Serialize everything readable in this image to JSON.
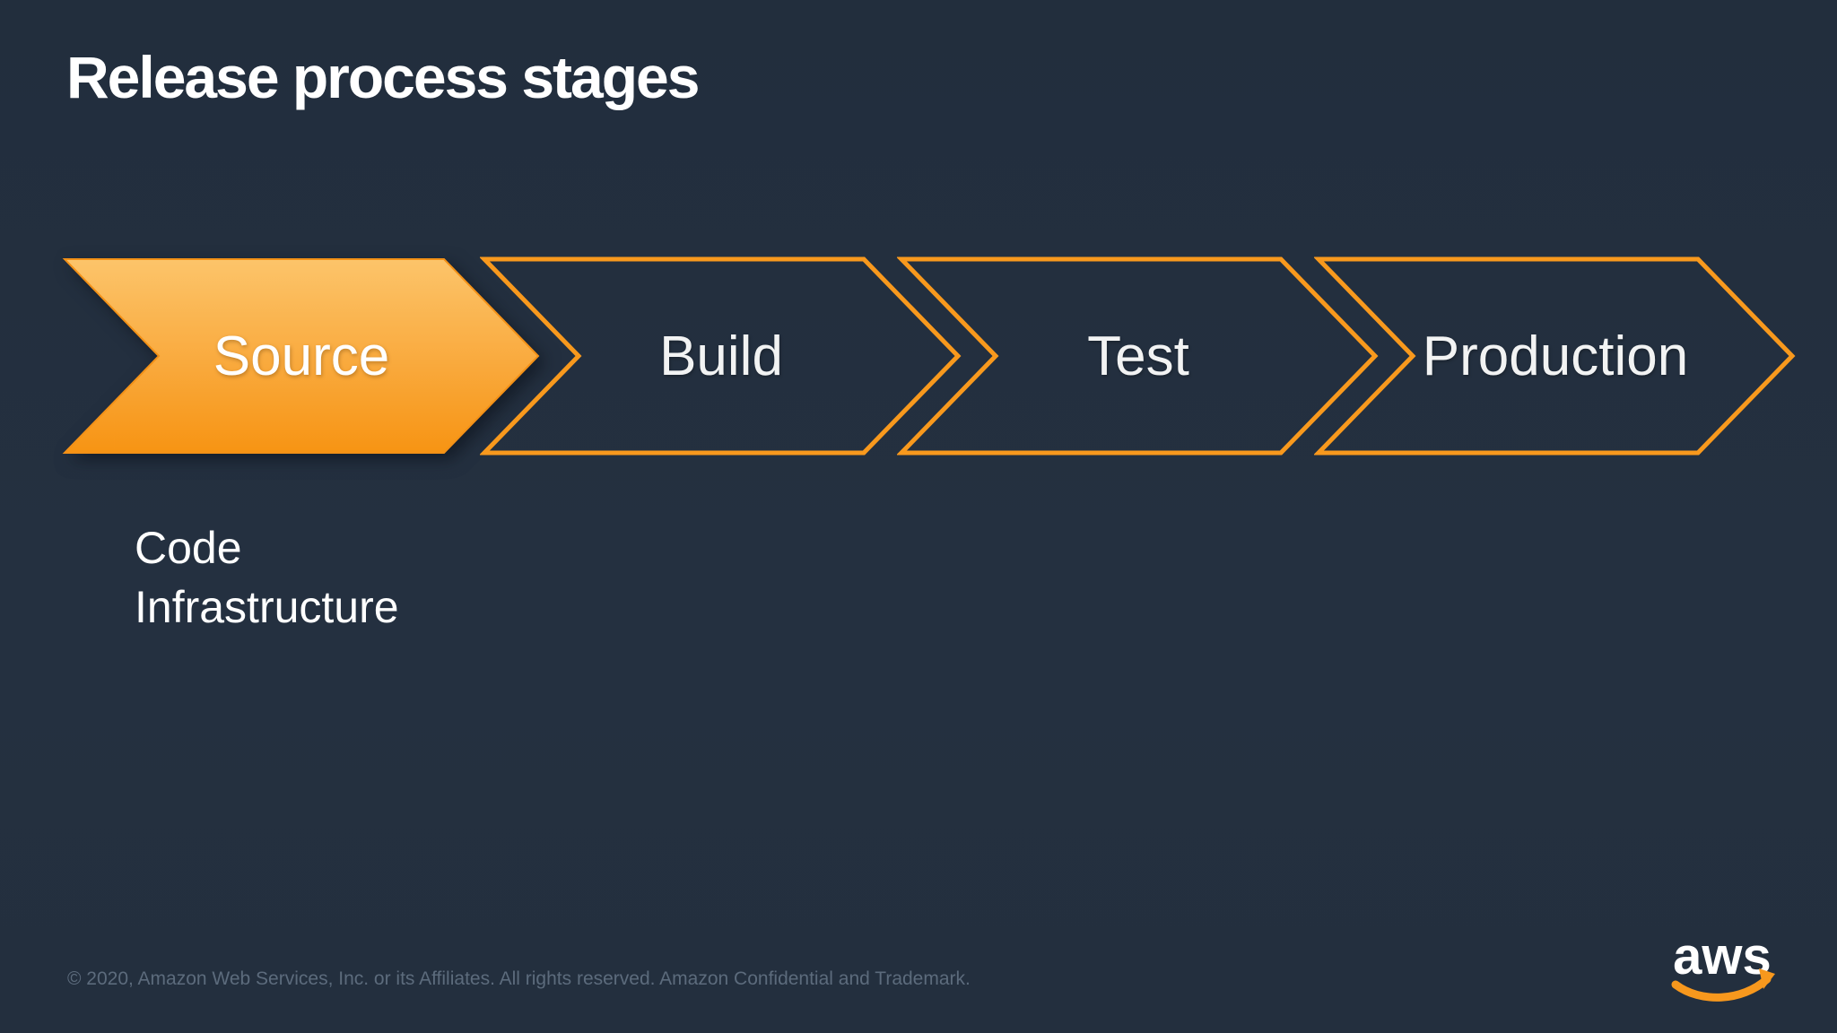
{
  "slide": {
    "title": "Release process stages",
    "stages": [
      {
        "label": "Source",
        "active": true
      },
      {
        "label": "Build",
        "active": false
      },
      {
        "label": "Test",
        "active": false
      },
      {
        "label": "Production",
        "active": false
      }
    ],
    "source_notes": {
      "line1": "Code",
      "line2": "Infrastructure"
    },
    "footer": "© 2020, Amazon Web Services, Inc. or its Affiliates. All rights reserved. Amazon Confidential and Trademark.",
    "logo_text": "aws",
    "colors": {
      "background": "#232F3E",
      "accent_orange": "#F8991D",
      "active_gradient_top": "#FCC46A",
      "active_gradient_bottom": "#F79413",
      "stage_text": "#F2F3F3",
      "footer_text": "#5C6B7C"
    }
  }
}
